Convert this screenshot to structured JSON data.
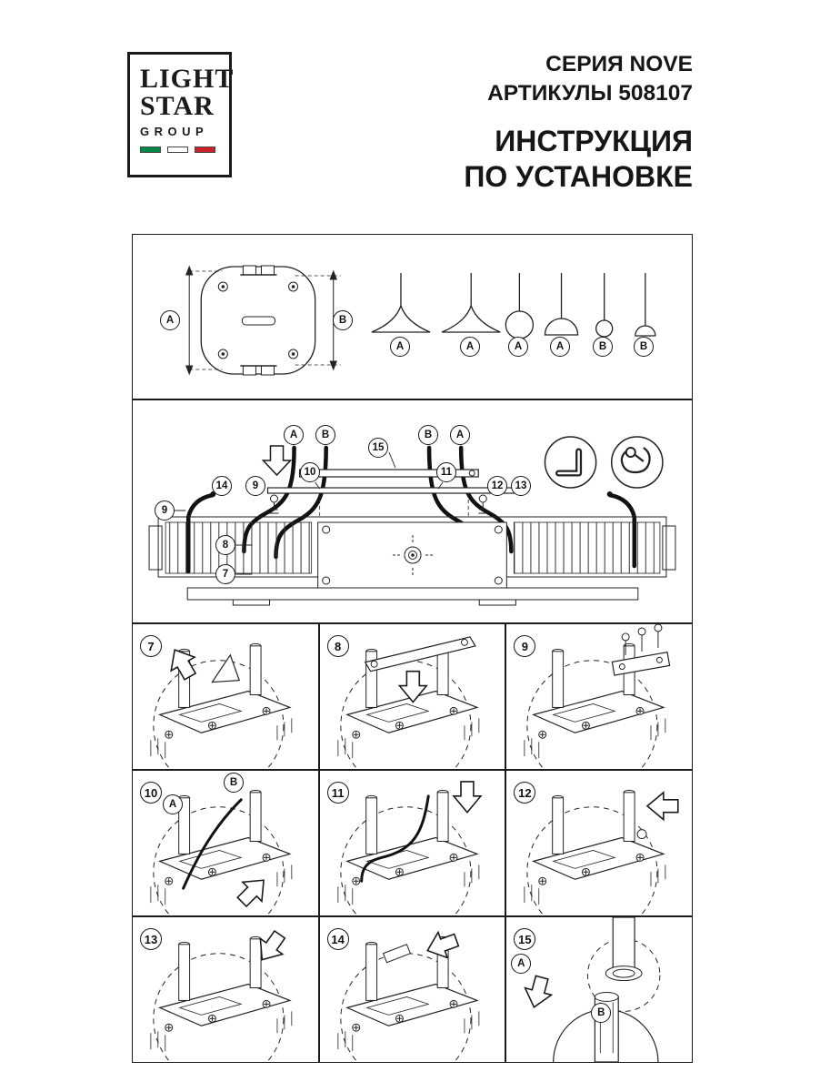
{
  "document": {
    "series": "СЕРИЯ NOVE",
    "articles": "АРТИКУЛЫ 508107",
    "instruction_line1": "ИНСТРУКЦИЯ",
    "instruction_line2": "ПО УСТАНОВКЕ"
  },
  "logo": {
    "word1": "LIGHT",
    "word2": "STAR",
    "word3": "GROUP",
    "flag_colors": {
      "green": "#008a45",
      "white": "#ffffff",
      "red": "#cd212a"
    }
  },
  "parts_panel": {
    "dim_a": "A",
    "dim_b": "B",
    "shade_labels": [
      "A",
      "A",
      "A",
      "A",
      "B",
      "B"
    ]
  },
  "overview_panel": {
    "callout_14": "14",
    "callout_9a": "9",
    "callout_9b": "9",
    "callout_8": "8",
    "callout_7": "7",
    "callout_10": "10",
    "callout_15": "15",
    "callout_11": "11",
    "callout_12": "12",
    "callout_13": "13",
    "wire_a_left": "A",
    "wire_b_left": "B",
    "wire_b_right": "B",
    "wire_a_right": "A",
    "tools": [
      "hex-key-icon",
      "hand-tighten-icon"
    ]
  },
  "steps": [
    {
      "number": "7"
    },
    {
      "number": "8"
    },
    {
      "number": "9"
    },
    {
      "number": "10",
      "letters": [
        "B",
        "A"
      ]
    },
    {
      "number": "11"
    },
    {
      "number": "12"
    },
    {
      "number": "13"
    },
    {
      "number": "14"
    },
    {
      "number": "15",
      "letters": [
        "A",
        "B"
      ]
    }
  ]
}
